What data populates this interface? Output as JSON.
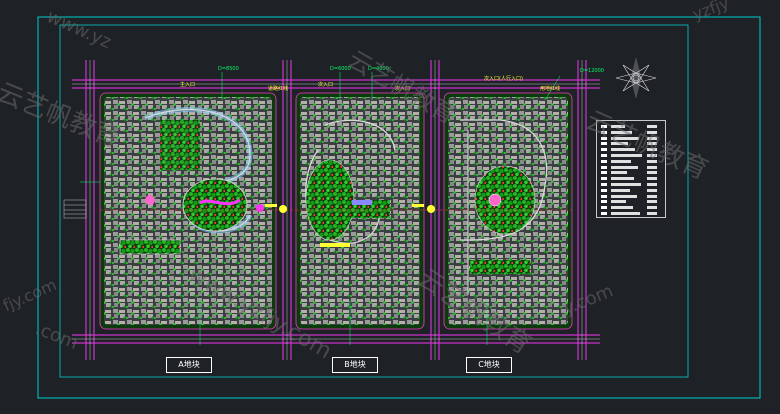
{
  "drawing": {
    "blocks": [
      {
        "id": "a",
        "label": "A地块"
      },
      {
        "id": "b",
        "label": "B地块"
      },
      {
        "id": "c",
        "label": "C地块"
      }
    ],
    "annotations": [
      {
        "text": "主入口",
        "color": "yellow"
      },
      {
        "text": "次入口",
        "color": "yellow"
      },
      {
        "text": "次入口",
        "color": "yellow"
      },
      {
        "text": "次入口(人行入口)",
        "color": "yellow"
      },
      {
        "text": "道路红线",
        "color": "yellow"
      },
      {
        "text": "用地红线",
        "color": "yellow"
      },
      {
        "text": "D=8500",
        "color": "green"
      },
      {
        "text": "D=6000",
        "color": "green"
      },
      {
        "text": "D=4000",
        "color": "green"
      },
      {
        "text": "D=12000",
        "color": "green"
      }
    ],
    "legend_rows": 16
  },
  "watermarks": {
    "brand_cn": "云艺帆教育",
    "site": "www.yzfjy.com",
    "fragments": [
      "www.yz",
      "yzfjy",
      "fjy.com",
      "y.com",
      ".com"
    ]
  },
  "colors": {
    "background": "#1e2227",
    "frame": "#00cccc",
    "road": "#cc33cc",
    "building": "#a0a0a0",
    "vegetation": "#1aa01a",
    "label": "#ffffff",
    "annotation": "#ffff33"
  }
}
